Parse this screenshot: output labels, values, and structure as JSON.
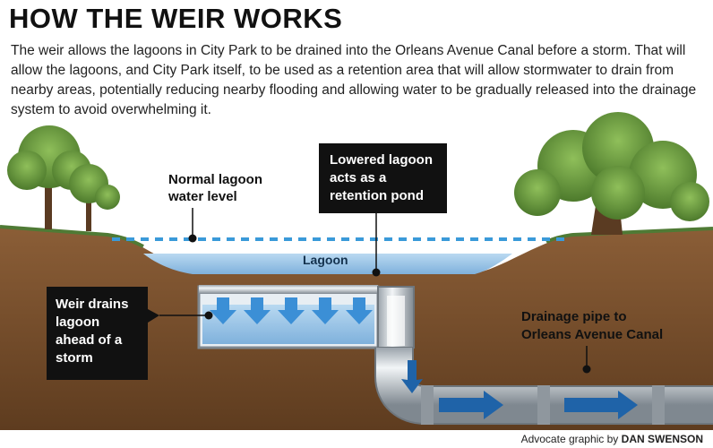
{
  "title": "HOW THE WEIR WORKS",
  "intro": "The weir allows the lagoons in City Park to be drained into the Orleans Avenue Canal before a storm. That will allow the lagoons, and City Park itself, to be used as a retention area that will allow stormwater to drain from nearby areas, potentially reducing nearby flooding and allowing water to be gradually released into the drainage system to avoid overwhelming it.",
  "labels": {
    "normal_level": [
      "Normal lagoon",
      "water level"
    ],
    "lowered": [
      "Lowered lagoon",
      "acts as a",
      "retention pond"
    ],
    "lagoon": "Lagoon",
    "weir": [
      "Weir drains",
      "lagoon",
      "ahead of a",
      "storm"
    ],
    "pipe": [
      "Drainage pipe to",
      "Orleans Avenue Canal"
    ]
  },
  "credit_prefix": "Advocate graphic by ",
  "credit_name": "DAN SWENSON",
  "colors": {
    "soil": "#7a5230",
    "grass": "#4f7a35",
    "water": "#a9cdea",
    "dashed_line": "#3a9ad9",
    "pipe": "#c7ced4",
    "arrow": "#1f63a8",
    "callout_bg": "#111111"
  }
}
